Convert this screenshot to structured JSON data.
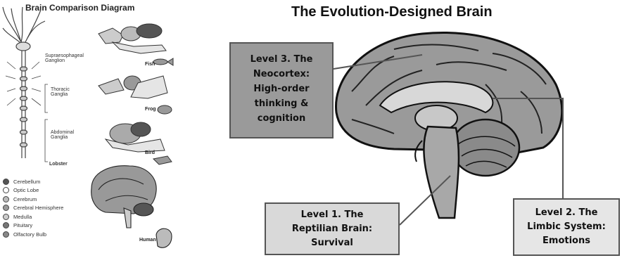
{
  "left_panel": {
    "title": "Brain Comparison Diagram",
    "lobster_labels": {
      "supraesophageal": "Supraesophageal\nGanglion",
      "thoracic": "Thoracic\nGanglia",
      "abdominal": "Abdominal\nGanglia",
      "lobster": "Lobster"
    },
    "animals": [
      "Fish",
      "Frog",
      "Bird",
      "Human"
    ],
    "legend": [
      {
        "label": "Cerebellum",
        "color": "#555555"
      },
      {
        "label": "Optic Lobe",
        "color": "#ffffff"
      },
      {
        "label": "Cerebrum",
        "color": "#bbbbbb"
      },
      {
        "label": "Cerebral Hemisphere",
        "color": "#999999"
      },
      {
        "label": "Medulla",
        "color": "#cccccc"
      },
      {
        "label": "Pituitary",
        "color": "#777777"
      },
      {
        "label": "Olfactory Bulb",
        "color": "#888888"
      }
    ]
  },
  "main": {
    "title": "The Evolution-Designed Brain",
    "level3": [
      "Level 3.  The",
      "Neocortex:",
      "High-order",
      "thinking &",
      "cognition"
    ],
    "level1": [
      "Level 1. The",
      "Reptilian Brain:",
      "Survival"
    ],
    "level2": [
      "Level 2. The",
      "Limbic System:",
      "Emotions"
    ]
  },
  "colors": {
    "level3_box": "#9a9a9a",
    "level1_box": "#d9d9d9",
    "level2_box": "#e6e6e6"
  }
}
